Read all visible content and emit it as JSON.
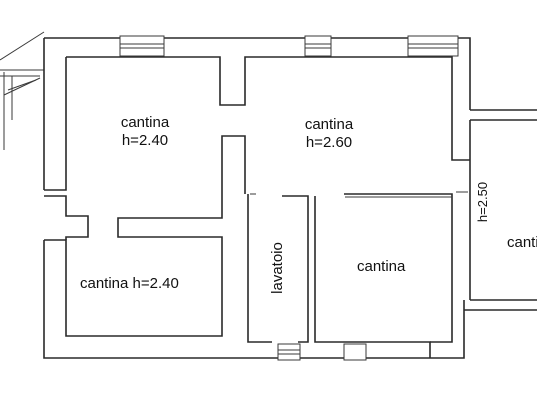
{
  "rooms": {
    "top_left": {
      "name": "cantina",
      "height": "h=2.40"
    },
    "top_center": {
      "name": "cantina",
      "height": "h=2.60"
    },
    "bottom_left": {
      "label": "cantina h=2.40"
    },
    "lavatoio": {
      "label": "lavatoio"
    },
    "center": {
      "label": "cantina"
    },
    "right_partial": {
      "label": "canti"
    }
  },
  "dimensions": {
    "right_height": "h=2.50"
  }
}
